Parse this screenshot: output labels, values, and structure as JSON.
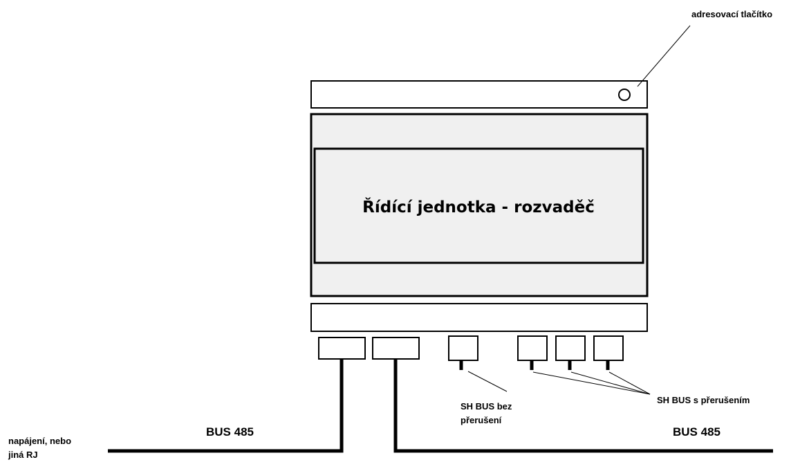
{
  "labels": {
    "address_button": "adresovací tlačítko",
    "unit_title": "Řídící jednotka - rozvaděč",
    "bus_left": "BUS 485",
    "bus_right": "BUS 485",
    "sh_bus_no_break_line1": "SH BUS bez",
    "sh_bus_no_break_line2": "přerušení",
    "sh_bus_break": "SH BUS s přerušením",
    "power_line1": "napájení, nebo",
    "power_line2": "jiná RJ"
  },
  "colors": {
    "line": "#000000",
    "housing_fill": "#ffffff",
    "panel_fill": "#f0f0f0",
    "background": "#ffffff"
  },
  "icons": {
    "address_button": "circle-button-icon"
  }
}
